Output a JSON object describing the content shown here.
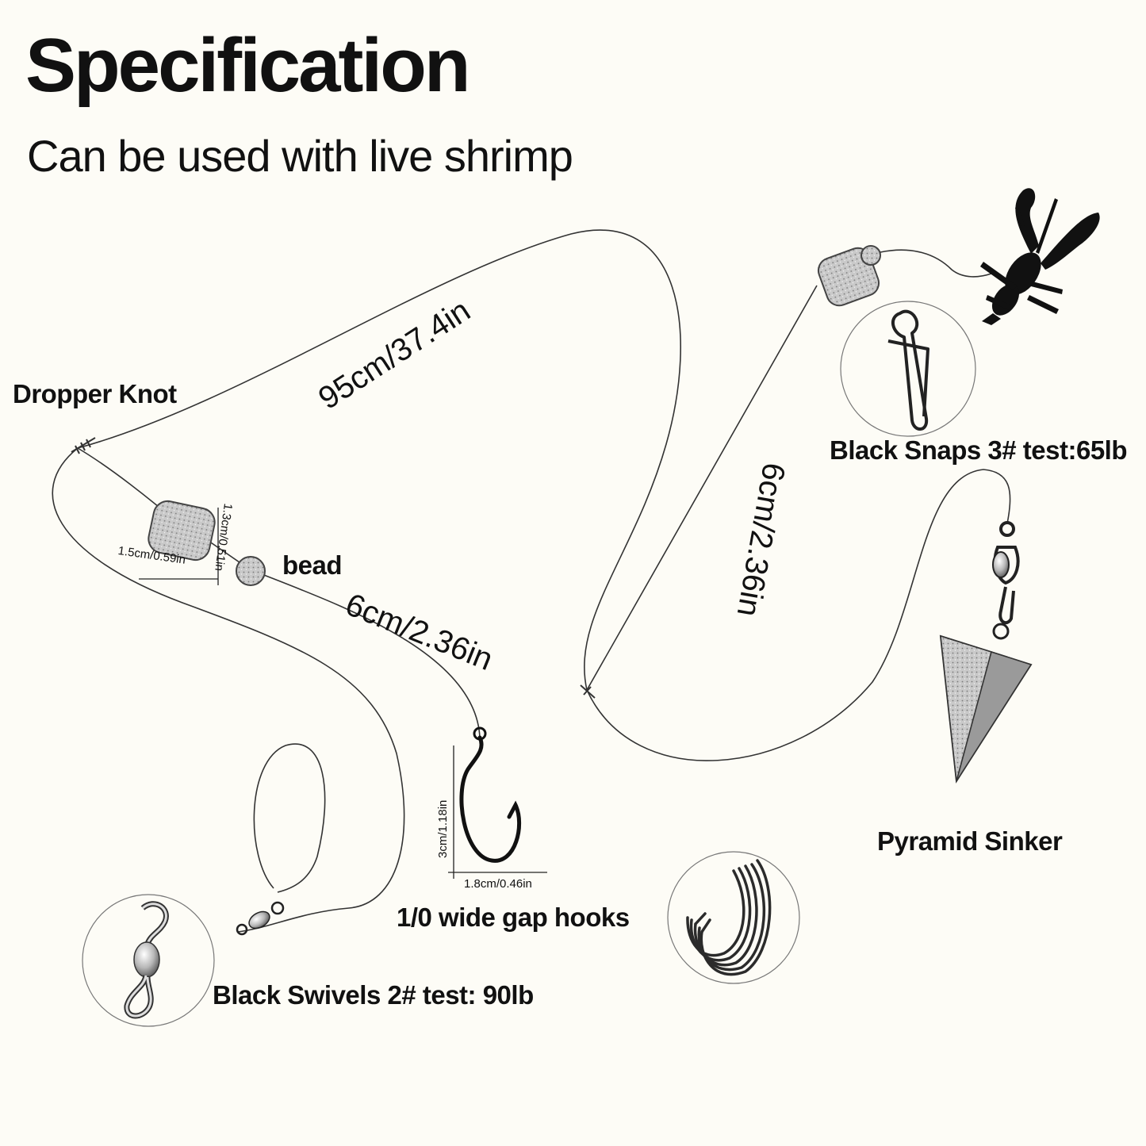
{
  "header": {
    "title": "Specification",
    "subtitle": "Can be used with live shrimp"
  },
  "labels": {
    "dropper_knot": "Dropper Knot",
    "bead": "bead",
    "black_snaps": "Black Snaps 3# test:65lb",
    "pyramid_sinker": "Pyramid Sinker",
    "hooks": "1/0 wide gap hooks",
    "black_swivels": "Black Swivels 2# test: 90lb"
  },
  "dimensions": {
    "main_line": "95cm/37.4in",
    "hook_leader": "6cm/2.36in",
    "sinker_leader": "6cm/2.36in",
    "float_width": "1.5cm/0.59in",
    "float_height": "1.3cm/0.51in",
    "hook_height": "3cm/1.18in",
    "hook_width": "1.8cm/0.46in"
  },
  "icons": [
    "crayfish-icon",
    "foam-float-icon",
    "bead-icon",
    "hook-icon",
    "swivel-icon",
    "snap-icon",
    "pyramid-sinker-icon",
    "hooks-bundle-icon"
  ]
}
